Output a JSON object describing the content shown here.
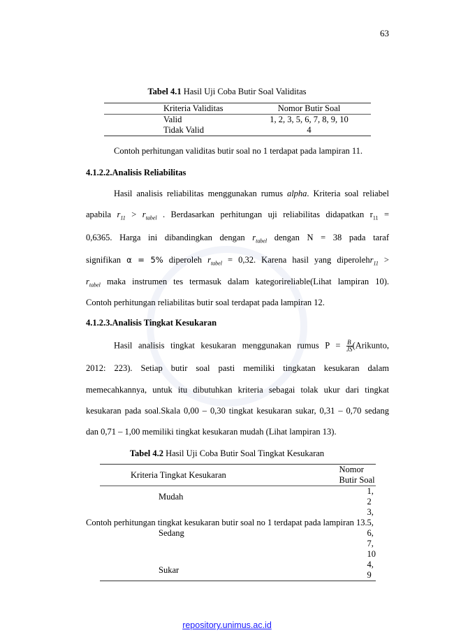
{
  "page_number": "63",
  "table1": {
    "caption_bold": "Tabel 4.1",
    "caption_rest": " Hasil Uji Coba Butir Soal Validitas",
    "headers": [
      "Kriteria Validitas",
      "Nomor Butir Soal"
    ],
    "rows": [
      [
        "Valid",
        "1, 2, 3, 5, 6, 7, 8, 9, 10"
      ],
      [
        "Tidak Valid",
        "4"
      ]
    ]
  },
  "p_validitas": "Contoh perhitungan validitas butir soal no 1 terdapat pada lampiran 11.",
  "h_reliabilitas": "4.1.2.2.Analisis Reliabilitas",
  "rel": {
    "l1a": "Hasil analisis reliabilitas menggunakan rumus ",
    "l1b": "alpha",
    "l1c": ". Kriteria soal reliabel",
    "l2a": "apabila ",
    "l2b": "r",
    "l2c": "11",
    "l2d": " > ",
    "l2e": "r",
    "l2f": "tabel",
    "l2g": " . Berdasarkan perhitungan uji reliabilitas didapatkan r",
    "l2h": "11",
    "l2i": " =",
    "l3a": "0,6365. Harga ini dibandingkan dengan ",
    "l3b": "r",
    "l3c": "tabel",
    "l3d": " dengan N = 38  pada taraf",
    "l4a": "signifikan ",
    "l4b": "α = 5%",
    "l4c": " diperoleh ",
    "l4d": "r",
    "l4e": "tabel",
    "l4f": " = 0,32. Karena hasil yang diperoleh",
    "l4g": "r",
    "l4h": "11",
    "l4i": " >",
    "l5a": "r",
    "l5b": "tabel",
    "l5c": " maka instrumen tes termasuk dalam kategorireliable(Lihat lampiran 10).",
    "l6": "Contoh perhitungan reliabilitas butir soal terdapat pada lampiran 12."
  },
  "h_kesukaran": "4.1.2.3.Analisis Tingkat Kesukaran",
  "kes": {
    "l1a": "Hasil analisis tingkat kesukaran menggunakan rumus P = ",
    "frac_num": "B",
    "frac_den": "JS",
    "l1b": "(Arikunto,",
    "l2": "2012: 223). Setiap butir soal pasti memiliki tingkatan kesukaran dalam",
    "l3": "memecahkannya, untuk itu dibutuhkan kriteria sebagai tolak ukur dari tingkat",
    "l4": "kesukaran pada soal.Skala 0,00 – 0,30 tingkat kesukaran sukar, 0,31 – 0,70 sedang",
    "l5": "dan 0,71 – 1,00 memiliki tingkat kesukaran mudah (Lihat lampiran 13)."
  },
  "table2": {
    "caption_bold": "Tabel 4.2",
    "caption_rest": " Hasil Uji Coba Butir Soal Tingkat Kesukaran",
    "headers": [
      "Kriteria Tingkat Kesukaran",
      "Nomor Butir Soal"
    ],
    "rows": [
      [
        "Mudah",
        "1, 2"
      ],
      [
        "Sedang",
        "3, 5, 6, 7, 10"
      ],
      [
        "Sukar",
        "4, 9"
      ]
    ]
  },
  "p_kesukaran": "Contoh perhitungan tingkat kesukaran butir soal no 1 terdapat pada lampiran 13.",
  "footer_link": "repository.unimus.ac.id"
}
